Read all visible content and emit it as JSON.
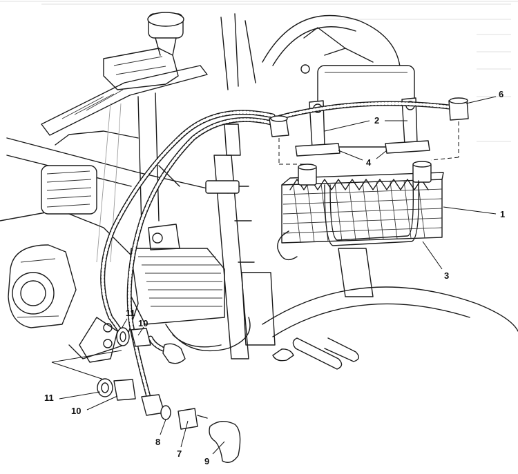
{
  "callouts": [
    {
      "id": "c1",
      "text": "1"
    },
    {
      "id": "c2",
      "text": "2"
    },
    {
      "id": "c3",
      "text": "3"
    },
    {
      "id": "c4",
      "text": "4"
    },
    {
      "id": "c6",
      "text": "6"
    },
    {
      "id": "c7",
      "text": "7"
    },
    {
      "id": "c8",
      "text": "8"
    },
    {
      "id": "c9",
      "text": "9"
    },
    {
      "id": "c10a",
      "text": "10"
    },
    {
      "id": "c10b",
      "text": "10"
    },
    {
      "id": "c11a",
      "text": "11"
    },
    {
      "id": "c11b",
      "text": "11"
    }
  ]
}
